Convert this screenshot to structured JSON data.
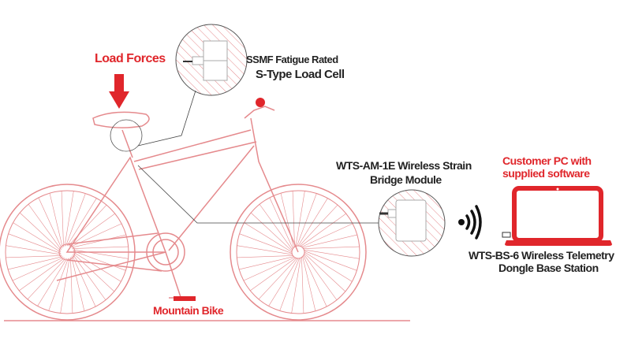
{
  "labels": {
    "load_forces": "Load Forces",
    "load_cell_line1": "SSMF Fatigue Rated",
    "load_cell_line2": "S-Type Load Cell",
    "module_line1": "WTS-AM-1E Wireless Strain",
    "module_line2": "Bridge Module",
    "pc_line1": "Customer PC with",
    "pc_line2": "supplied software",
    "dongle_line1": "WTS-BS-6 Wireless Telemetry",
    "dongle_line2": "Dongle Base Station",
    "bike": "Mountain Bike"
  },
  "colors": {
    "accent": "#e0262b",
    "line": "#e8868a",
    "text": "#222222"
  }
}
